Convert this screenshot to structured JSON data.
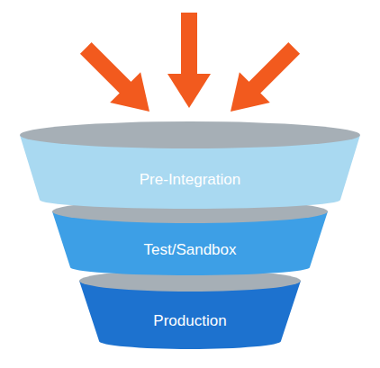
{
  "diagram": {
    "nodes": [
      {
        "text": [
          "Pre-Integration"
        ]
      },
      {
        "text": [
          "Test/Sandbox"
        ]
      },
      {
        "text": [
          "Production"
        ]
      }
    ]
  }
}
